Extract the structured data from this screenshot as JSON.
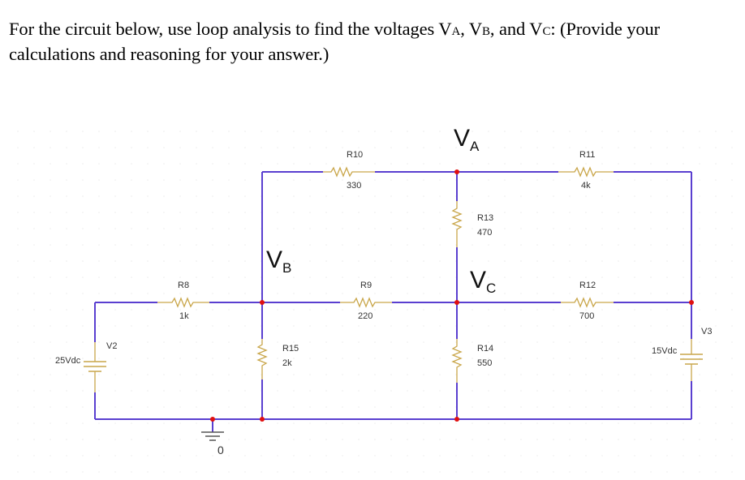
{
  "question": {
    "part1": "For the circuit below, use loop analysis to find the voltages V",
    "sub_a": "A",
    "sep1": ", V",
    "sub_b": "B",
    "sep2": ", and V",
    "sub_c": "C",
    "part2": ": (Provide your calculations and reasoning for your answer.)"
  },
  "colors": {
    "wire": "#5a3fd0",
    "resistor": "#c9a64a",
    "junction": "#e01010",
    "text": "#000000"
  },
  "nodes": {
    "va": {
      "main": "V",
      "sub": "A"
    },
    "vb": {
      "main": "V",
      "sub": "B"
    },
    "vc": {
      "main": "V",
      "sub": "C"
    }
  },
  "resistors": [
    {
      "name": "R8",
      "value": "1k"
    },
    {
      "name": "R9",
      "value": "220"
    },
    {
      "name": "R10",
      "value": "330"
    },
    {
      "name": "R11",
      "value": "4k"
    },
    {
      "name": "R12",
      "value": "700"
    },
    {
      "name": "R13",
      "value": "470"
    },
    {
      "name": "R14",
      "value": "550"
    },
    {
      "name": "R15",
      "value": "2k"
    }
  ],
  "sources": [
    {
      "name": "V2",
      "value": "25Vdc"
    },
    {
      "name": "V3",
      "value": "15Vdc"
    }
  ],
  "ground": {
    "label": "0"
  }
}
